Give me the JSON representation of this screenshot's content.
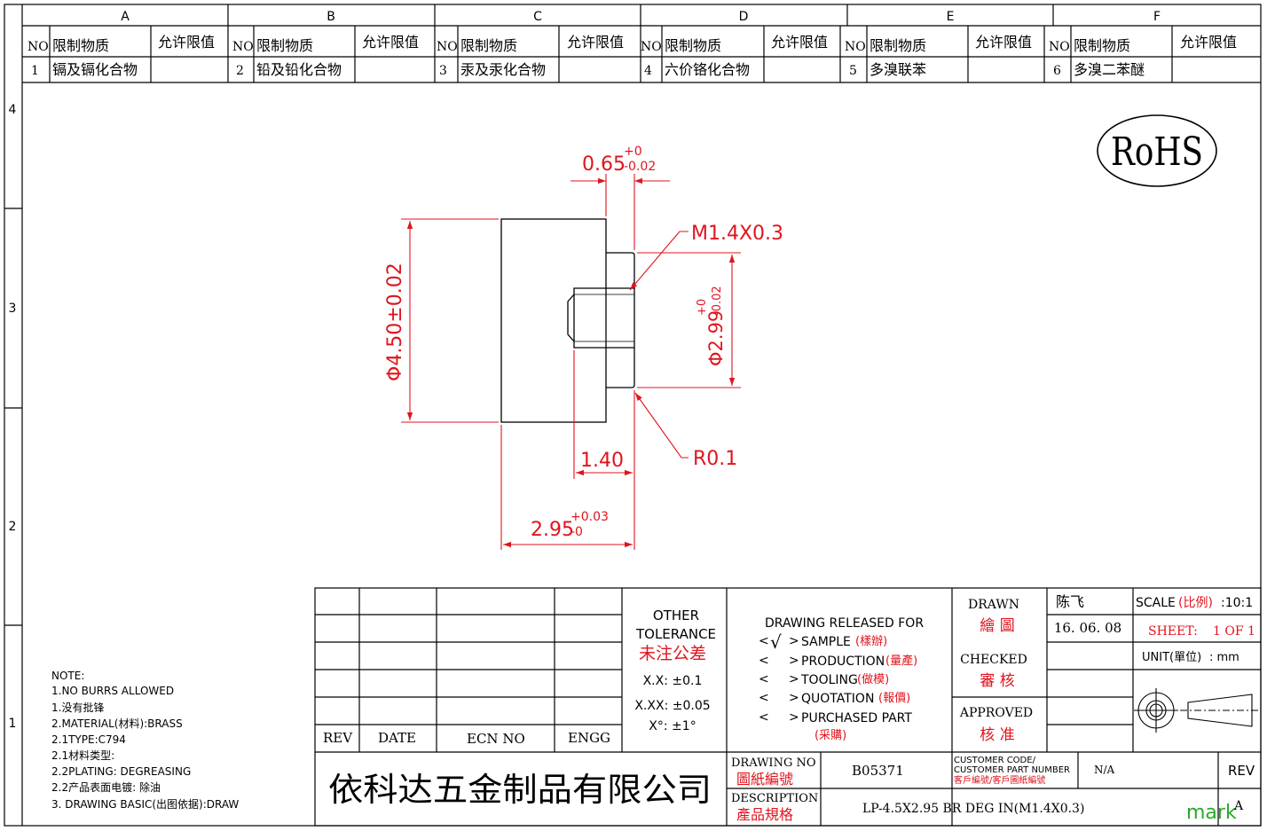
{
  "colors": {
    "line": "#000000",
    "dim": "#e0141e",
    "accent": "#2aa82a"
  },
  "zones_top": [
    "A",
    "B",
    "C",
    "D",
    "E",
    "F"
  ],
  "zones_side": [
    "4",
    "3",
    "2",
    "1"
  ],
  "rohs_table": {
    "no_header": "NO",
    "substance_header": "限制物质",
    "limit_header": "允许限值",
    "items": [
      {
        "no": "1",
        "name": "镉及镉化合物"
      },
      {
        "no": "2",
        "name": "铅及铅化合物"
      },
      {
        "no": "3",
        "name": "汞及汞化合物"
      },
      {
        "no": "4",
        "name": "六价铬化合物"
      },
      {
        "no": "5",
        "name": "多溴联苯"
      },
      {
        "no": "6",
        "name": "多溴二苯醚"
      }
    ]
  },
  "rohs_mark": "RoHS",
  "dims": {
    "d1_main": "0.65",
    "d1_up": "+0",
    "d1_low": "-0.02",
    "thread": "M1.4X0.3",
    "d2_main": "Φ4.50±0.02",
    "d3_main": "Φ2.99",
    "d3_up": "+0",
    "d3_low": "-0.02",
    "d4": "1.40",
    "d5": "R0.1",
    "d6_main": "2.95",
    "d6_up": "+0.03",
    "d6_low": "-0"
  },
  "notes": [
    "NOTE:",
    "1.NO BURRS ALLOWED",
    "1.没有批锋",
    "2.MATERIAL(材料):BRASS",
    "2.1TYPE:C794",
    "2.1材料类型:",
    "2.2PLATING: DEGREASING",
    "2.2产品表面电镀: 除油",
    "3. DRAWING BASIC(出图依据):DRAW"
  ],
  "rev_table": {
    "rev": "REV",
    "date": "DATE",
    "ecn": "ECN NO",
    "engg": "ENGG"
  },
  "tolerance": {
    "l1": "OTHER",
    "l2": "TOLERANCE",
    "l3": "未注公差",
    "r1": "X.X: ±0.1",
    "r2": "X.XX: ±0.05",
    "r3": "X°: ±1°"
  },
  "release": {
    "title": "DRAWING RELEASED FOR",
    "items": [
      {
        "en": "SAMPLE",
        "cn": "(樣辦)",
        "mark": "√"
      },
      {
        "en": "PRODUCTION",
        "cn": "(量產)",
        "mark": ""
      },
      {
        "en": "TOOLING",
        "cn": "(做模)",
        "mark": ""
      },
      {
        "en": "QUOTATION",
        "cn": "(報價)",
        "mark": ""
      },
      {
        "en": "PURCHASED PART",
        "cn": "(采購)",
        "mark": ""
      }
    ]
  },
  "approval": {
    "drawn": "DRAWN",
    "drawn_cn": "繪 圖",
    "drawn_name": "陈飞",
    "date": "16. 06. 08",
    "checked": "CHECKED",
    "checked_cn": "審 核",
    "approved": "APPROVED",
    "approved_cn": "核 准"
  },
  "scale": {
    "label": "SCALE",
    "label_cn": "(比例)",
    "value": ":10:1"
  },
  "sheet": {
    "label": "SHEET:",
    "value": "1 OF 1"
  },
  "unit": {
    "label": "UNIT",
    "label_cn": "(單位)",
    "value": ": mm"
  },
  "company": "依科达五金制品有限公司",
  "drawing_no": {
    "label": "DRAWING NO",
    "label_cn": "圖紙編號",
    "value": "B05371"
  },
  "customer": {
    "l1": "CUSTOMER CODE/",
    "l2": "CUSTOMER PART NUMBER",
    "l3": "客戶編號/客戶圖紙編號",
    "value": "N/A"
  },
  "rev_box": {
    "label": "REV",
    "value": "A"
  },
  "description": {
    "label": "DESCRIPTION",
    "label_cn": "產品規格",
    "value": "LP-4.5X2.95 BR DEG IN(M1.4X0.3)"
  },
  "watermark": "mark"
}
